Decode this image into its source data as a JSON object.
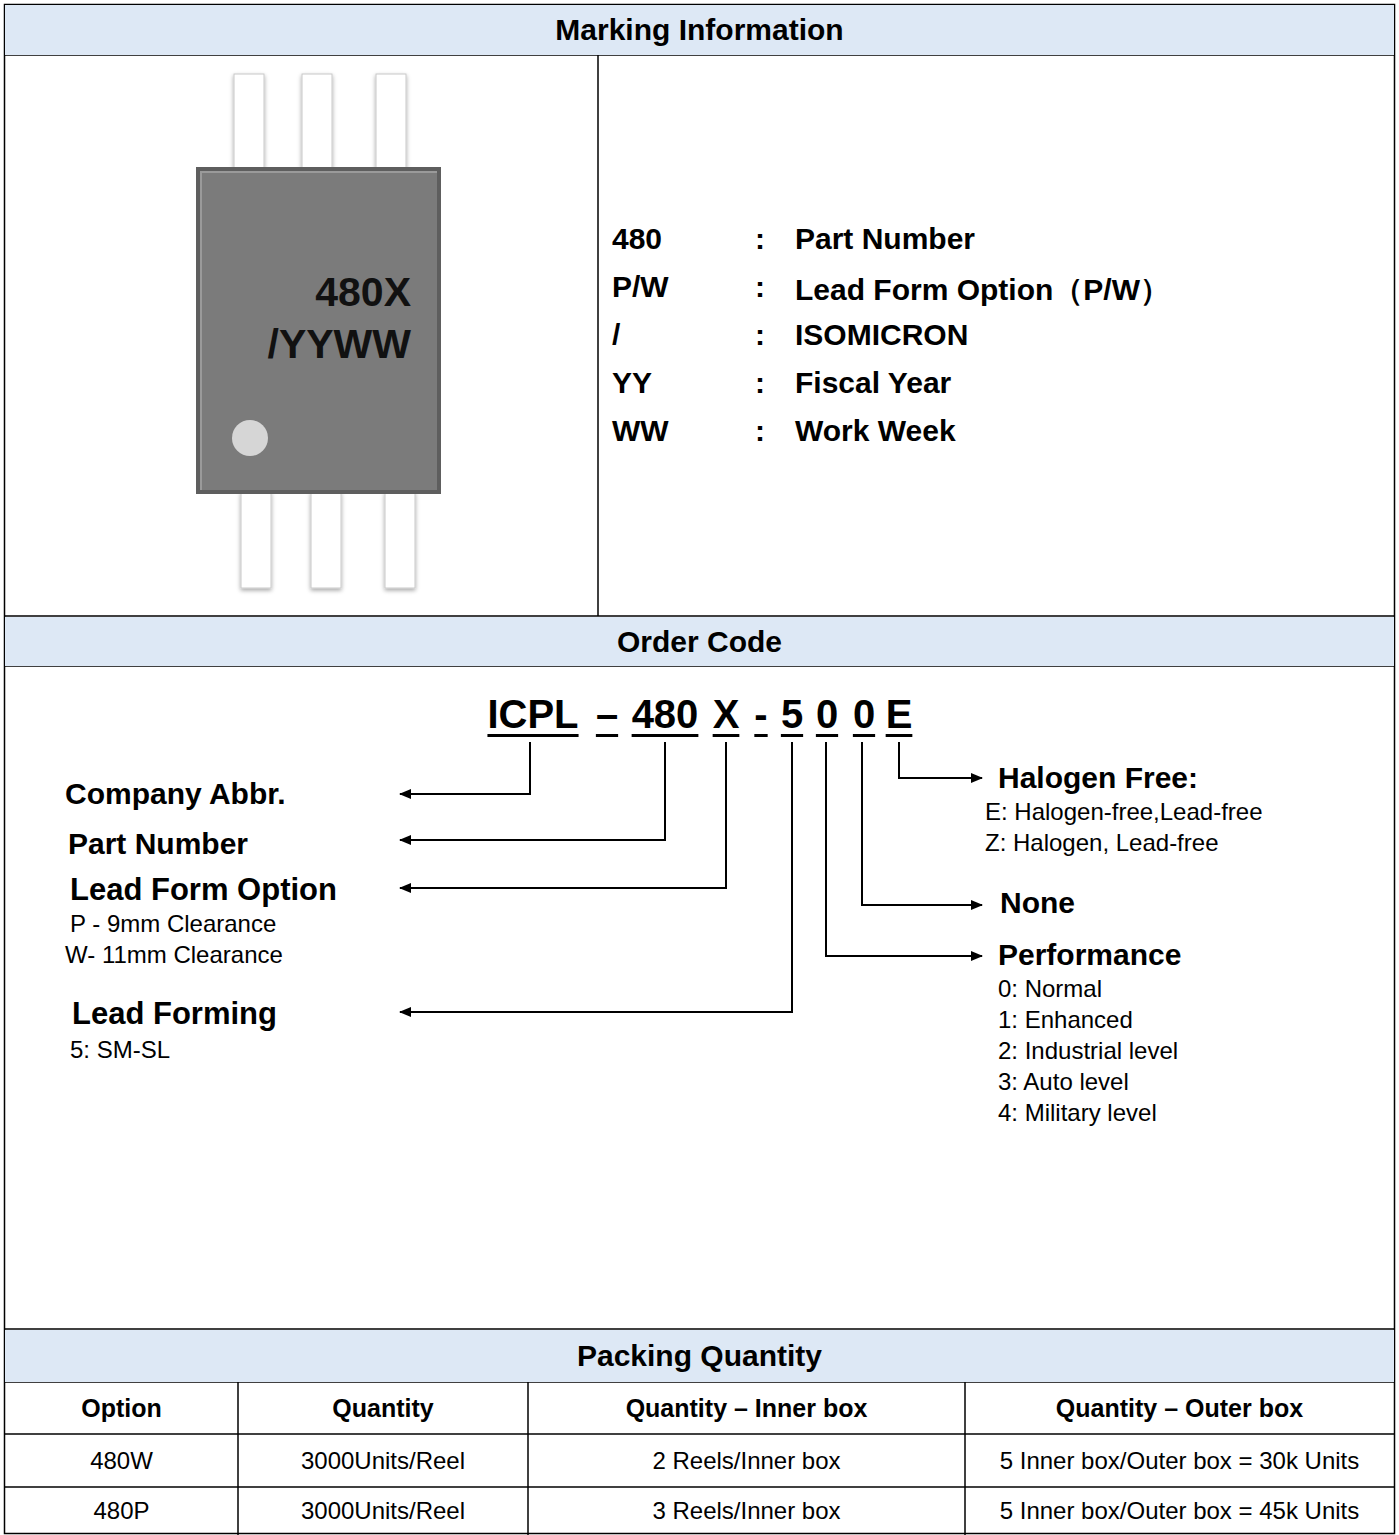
{
  "diagram": {
    "nodes": [
      {
        "text": [
          "Marking Information"
        ]
      },
      {
        "text": [
          "480X",
          "/YYWW"
        ]
      },
      {
        "text": [
          "Order Code"
        ]
      },
      {
        "text": [
          "Packing Quantity"
        ]
      }
    ],
    "labels": [
      "480",
      ":",
      "Part Number",
      "P/W",
      ":",
      "Lead Form Option（P/W）",
      "/",
      ":",
      "ISOMICRON",
      "YY",
      ":",
      "Fiscal Year",
      "WW",
      ":",
      "Work Week",
      "ICPL",
      "–",
      "480",
      "X",
      "-",
      "5",
      "0",
      "0",
      "E",
      "Company Abbr.",
      "Part Number",
      "Lead Form Option",
      "P - 9mm Clearance",
      "W- 11mm Clearance",
      "Lead Forming",
      "5: SM-SL",
      "Halogen Free:",
      "E: Halogen-free,Lead-free",
      "Z: Halogen, Lead-free",
      "None",
      "Performance",
      "0: Normal",
      "1: Enhanced",
      "2: Industrial level",
      "3: Auto level",
      "4: Military level",
      "Option",
      "Quantity",
      "Quantity – Inner box",
      "Quantity – Outer box",
      "480W",
      "3000Units/Reel",
      "2 Reels/Inner box",
      "5 Inner box/Outer box = 30k Units",
      "480P",
      "3000Units/Reel",
      "3 Reels/Inner box",
      "5 Inner box/Outer box = 45k Units"
    ]
  }
}
